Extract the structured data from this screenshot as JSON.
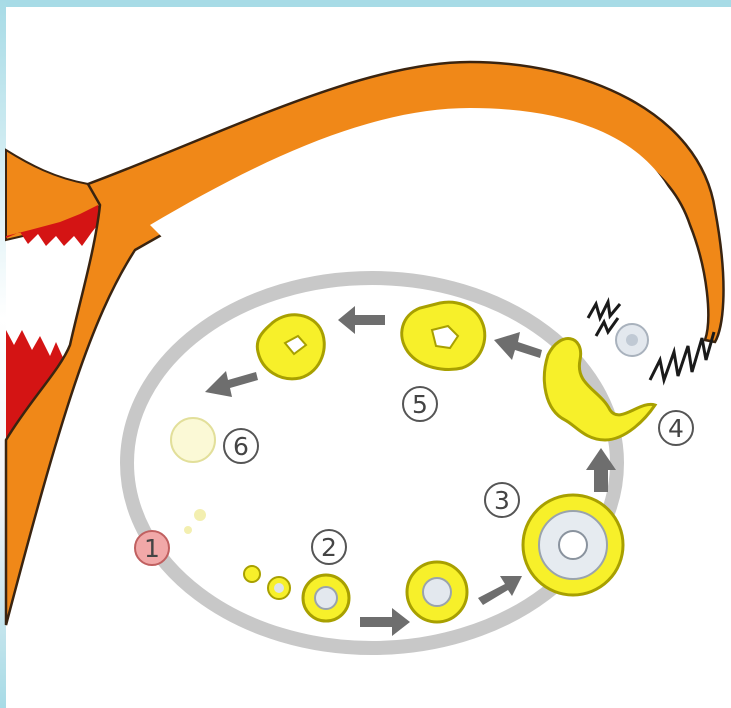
{
  "diagram": {
    "stage_labels": [
      "1",
      "2",
      "3",
      "4",
      "5",
      "6"
    ]
  },
  "colors": {
    "frame": "#a7dbe6",
    "tube": "#f08818",
    "tube_outline": "#3a2410",
    "endometrium": "#d41414",
    "ovary": "#c8c8c8",
    "follicle": "#f7f02a",
    "follicle_outline": "#a8a000",
    "arrow": "#6e6e6e",
    "label_circle": "#555555",
    "stage1_fill": "#f1a8a8",
    "fimbriae": "#1a1a1a"
  }
}
